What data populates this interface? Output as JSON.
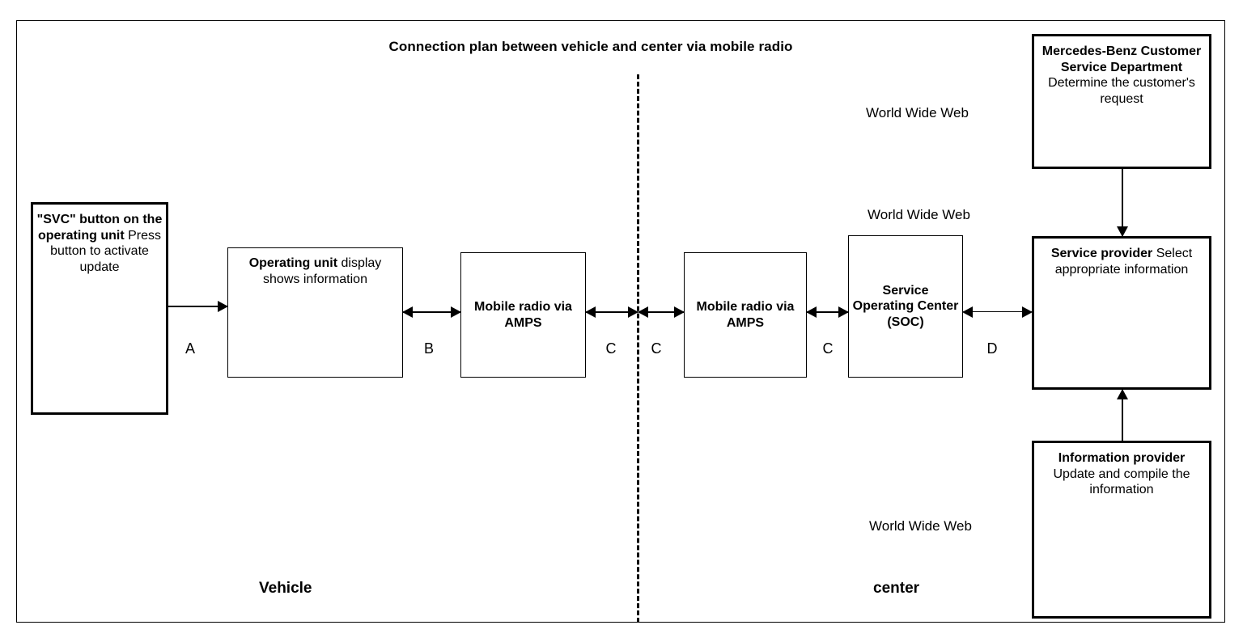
{
  "diagram": {
    "title": "Connection plan between vehicle and center via mobile radio",
    "zones": {
      "left": "Vehicle",
      "right": "center"
    },
    "web_labels": [
      "World Wide Web",
      "World Wide Web",
      "World Wide Web"
    ],
    "boxes": {
      "svc_button": {
        "heading": "\"SVC\" button on the operating unit",
        "body": "Press button to activate update"
      },
      "operating_unit": {
        "heading": "Operating unit",
        "body": "display shows information"
      },
      "mobile_radio_vehicle": {
        "heading": "Mobile radio via AMPS",
        "body": ""
      },
      "mobile_radio_center": {
        "heading": "Mobile radio via AMPS",
        "body": ""
      },
      "service_operating_center": {
        "heading": "Service Operating Center (SOC)",
        "body": ""
      },
      "mercedes_customer_service": {
        "heading": "Mercedes-Benz Customer Service Department",
        "body": "Determine the customer's request"
      },
      "service_provider": {
        "heading": "Service provider",
        "body": "Select appropriate information"
      },
      "information_provider": {
        "heading": "Information provider",
        "body": "Update and compile the information"
      }
    },
    "connector_labels": {
      "a": "A",
      "b": "B",
      "c_left": "C",
      "c_right": "C",
      "c_center": "C",
      "d": "D"
    }
  }
}
